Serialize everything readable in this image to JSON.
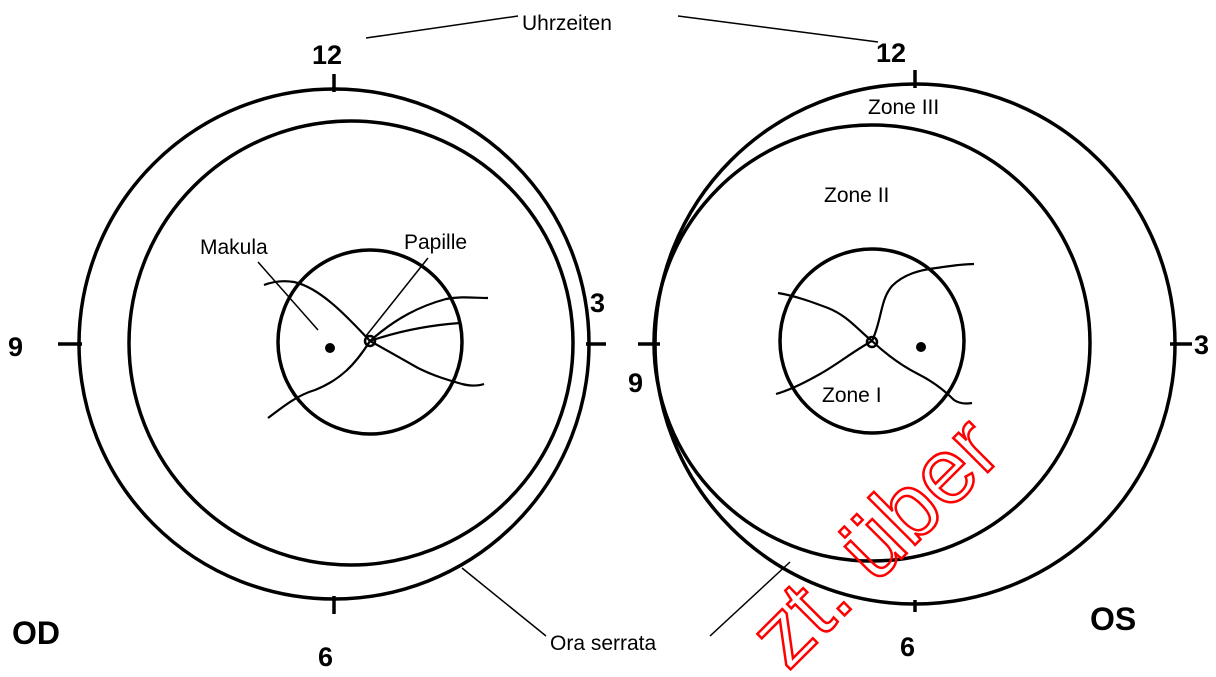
{
  "labels": {
    "clock_times": "Uhrzeiten",
    "ora_serrata": "Ora serrata",
    "macula": "Makula",
    "papilla": "Papille",
    "zone_1": "Zone I",
    "zone_2": "Zone II",
    "zone_3": "Zone III",
    "right_eye": "OD",
    "left_eye": "OS"
  },
  "clock_positions": {
    "twelve": "12",
    "three": "3",
    "six": "6",
    "nine": "9"
  },
  "watermark": "zt. über",
  "colors": {
    "line": "#000000",
    "watermark": "#ff0000",
    "background": "#ffffff"
  }
}
